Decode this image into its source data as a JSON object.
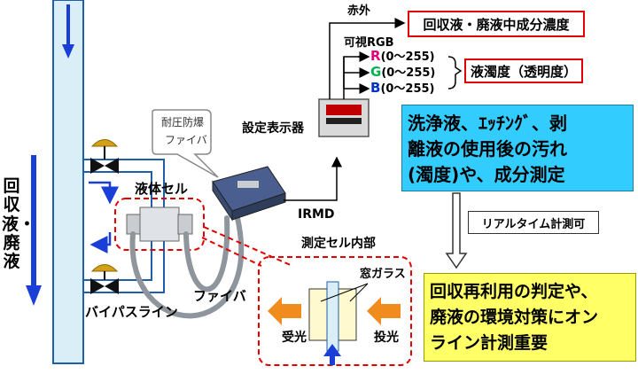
{
  "labels": {
    "recovery_waste_liquid": "回収液・廃液",
    "bypass_line": "バイパスライン",
    "liquid_cell": "液体セル",
    "fiber_label": "ファイバ",
    "pressure_fiber_line1": "耐圧防爆",
    "pressure_fiber_line2": "ファイバ",
    "setting_display": "設定表示器",
    "irmd": "IRMD",
    "cell_interior": "測定セル内部",
    "window_glass": "窓ガラス",
    "receive_light": "受光",
    "emit_light": "投光",
    "infrared": "赤外",
    "visible_rgb": "可視RGB",
    "realtime": "リアルタイム計測可"
  },
  "rgb": [
    {
      "letter": "R",
      "range": "(0～255)",
      "color": "#e0007a"
    },
    {
      "letter": "G",
      "range": "(0～255)",
      "color": "#00b050"
    },
    {
      "letter": "B",
      "range": "(0～255)",
      "color": "#0033cc"
    }
  ],
  "result_boxes": {
    "infrared_result": "回収液・廃液中成分濃度",
    "turbidity_result": "液濁度（透明度）"
  },
  "cyan_box": {
    "line1": "洗浄液、ｴｯﾁﾝｸﾞ、剥",
    "line2": "離液の使用後の汚れ",
    "line3": "(濁度)や、成分測定"
  },
  "yellow_box": {
    "line1": "回収再利用の判定や、",
    "line2": "廃液の環境対策にオン",
    "line3": "ライン計測重要"
  },
  "colors": {
    "pipe_fill": "#daeef8",
    "pipe_stroke": "#1f5fa8",
    "flow_arrow": "#1a3fd6",
    "alert_red": "#e00000",
    "cyan_box": "#33ccff",
    "yellow_box": "#ffff66",
    "light_arrow": "#f08c1e",
    "valve_gold": "#d4a017"
  }
}
